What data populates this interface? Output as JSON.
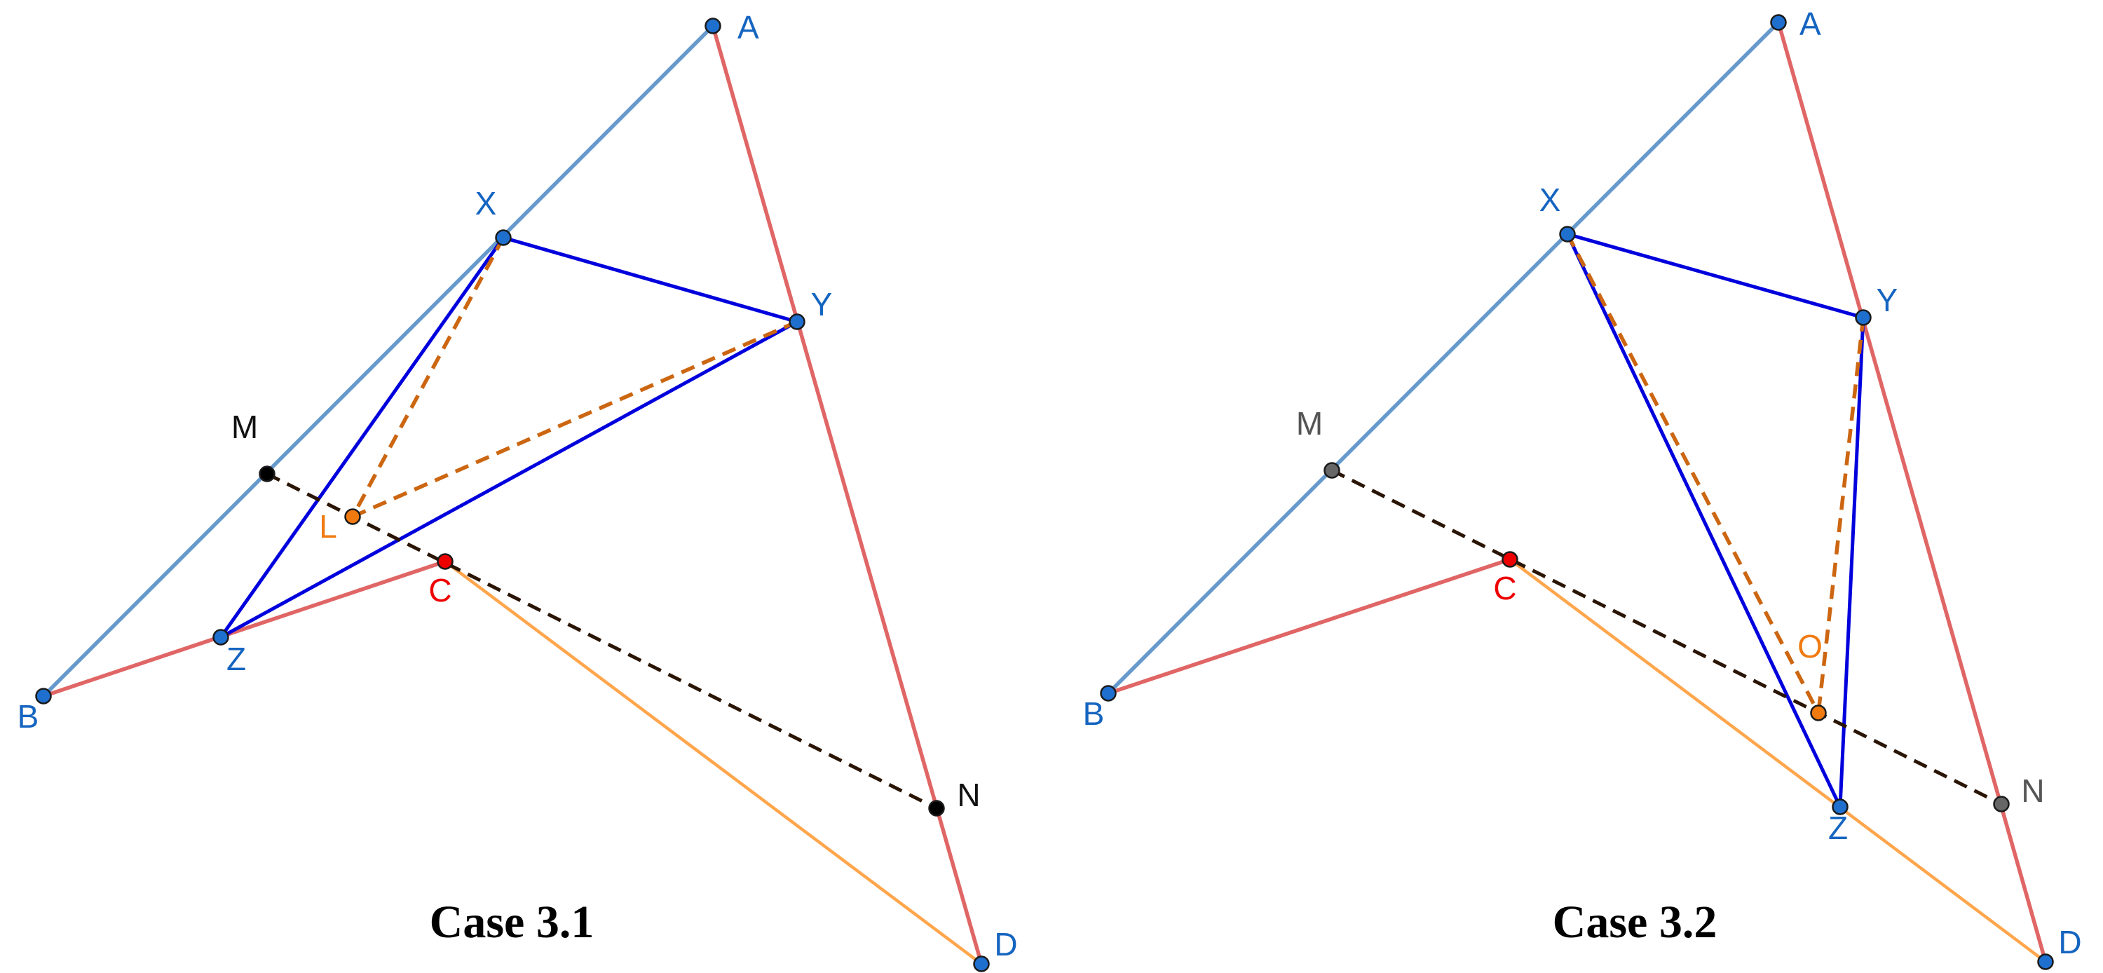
{
  "colors": {
    "light_blue": "#6699cc",
    "salmon": "#e06666",
    "orange": "#ffa64d",
    "dark_orange": "#cc6611",
    "blue": "#0000dd",
    "dark_dashed": "#2a1505",
    "point_blue": "#1f6fcf",
    "point_red": "#ee0000",
    "point_orange": "#f07a10",
    "point_black": "#000000",
    "point_gray": "#666666",
    "label_blue": "#1565c0",
    "label_red": "#ee0000",
    "label_orange": "#f07a10",
    "label_black": "#111111",
    "label_gray": "#555555"
  },
  "panels": [
    {
      "caption": "Case 3.1",
      "points": {
        "A": {
          "label": "A"
        },
        "B": {
          "label": "B"
        },
        "C": {
          "label": "C"
        },
        "D": {
          "label": "D"
        },
        "X": {
          "label": "X"
        },
        "Y": {
          "label": "Y"
        },
        "Z": {
          "label": "Z"
        },
        "M": {
          "label": "M"
        },
        "N": {
          "label": "N"
        },
        "L": {
          "label": "L"
        }
      },
      "segments": {
        "solid": [
          [
            "A",
            "B"
          ],
          [
            "A",
            "D"
          ],
          [
            "B",
            "C"
          ],
          [
            "C",
            "D"
          ],
          [
            "X",
            "Y"
          ],
          [
            "X",
            "Z"
          ],
          [
            "Y",
            "Z"
          ]
        ],
        "dashed": [
          [
            "M",
            "N"
          ],
          [
            "X",
            "L"
          ],
          [
            "Y",
            "L"
          ]
        ]
      }
    },
    {
      "caption": "Case 3.2",
      "points": {
        "A": {
          "label": "A"
        },
        "B": {
          "label": "B"
        },
        "C": {
          "label": "C"
        },
        "D": {
          "label": "D"
        },
        "X": {
          "label": "X"
        },
        "Y": {
          "label": "Y"
        },
        "Z": {
          "label": "Z"
        },
        "M": {
          "label": "M"
        },
        "N": {
          "label": "N"
        },
        "O": {
          "label": "O"
        }
      },
      "segments": {
        "solid": [
          [
            "A",
            "B"
          ],
          [
            "A",
            "D"
          ],
          [
            "B",
            "C"
          ],
          [
            "C",
            "D"
          ],
          [
            "X",
            "Y"
          ],
          [
            "X",
            "Z"
          ],
          [
            "Y",
            "Z"
          ]
        ],
        "dashed": [
          [
            "M",
            "N"
          ],
          [
            "X",
            "O"
          ],
          [
            "Y",
            "O"
          ]
        ]
      }
    }
  ]
}
